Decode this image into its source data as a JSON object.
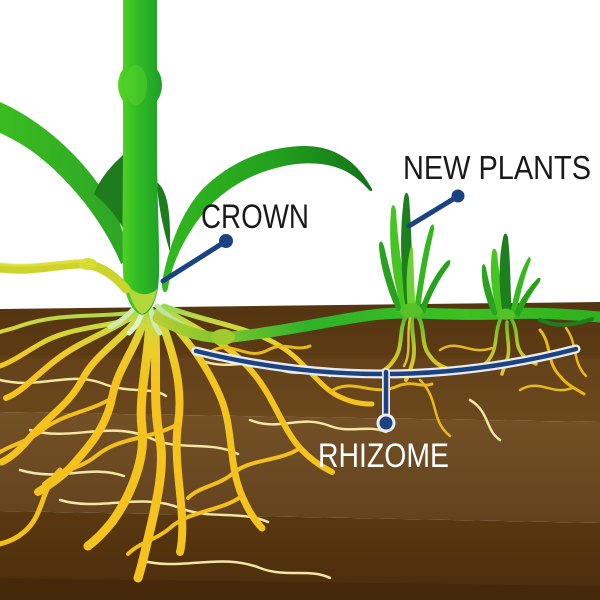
{
  "diagram": {
    "labels": {
      "crown": {
        "text": "CROWN"
      },
      "new_plants": {
        "text": "NEW PLANTS"
      },
      "rhizome": {
        "text": "RHIZOME"
      }
    },
    "colors": {
      "background": "#ffffff",
      "label_dark": "#1a1a1a",
      "label_light": "#ffffff",
      "callout_blue": "#1b4382",
      "bracket_casing": "#e9ebee",
      "soil_surface_band": "#5a3a13",
      "soil_upper_band": "#67441a",
      "soil_mid_band": "#6b4a1e",
      "soil_lower_band": "#54330e",
      "soil_bottom_band": "#4a2b0a",
      "plant_green_bright": "#3fc71e",
      "plant_green_mid": "#2aa626",
      "plant_green_dark": "#1d7c1d",
      "leaf_yellow_green": "#ccd32b",
      "rhizome_green": "#2eb32a",
      "root_gold": "#f3c01d",
      "root_pale_highlight": "#f3e6a4",
      "crown_rootlet_pale": "#d8efbc"
    }
  }
}
